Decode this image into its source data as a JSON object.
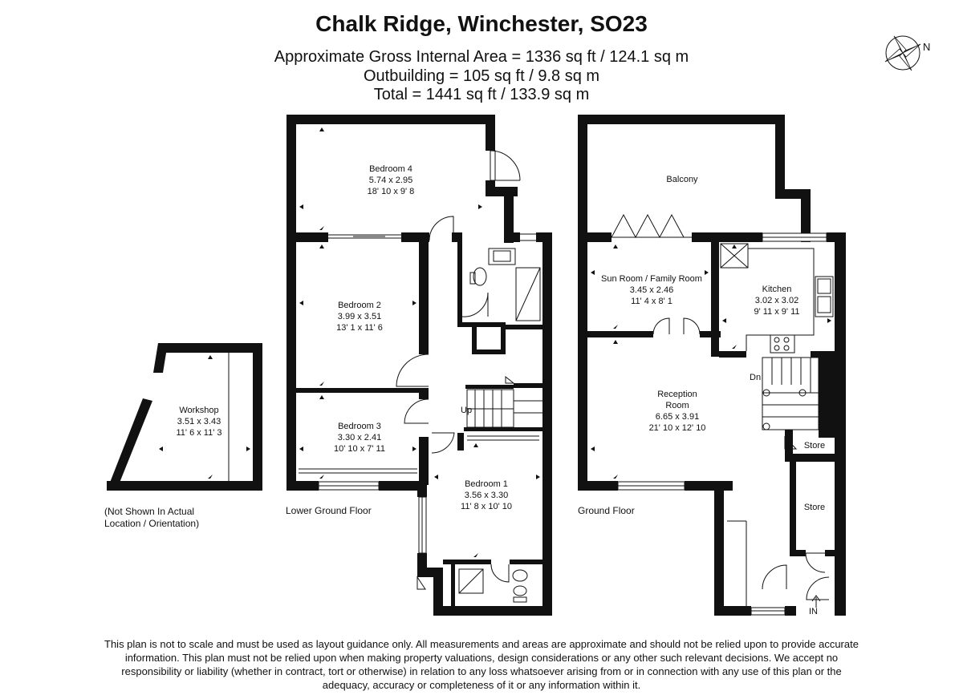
{
  "title": "Chalk Ridge, Winchester, SO23",
  "areas": [
    "Approximate Gross Internal Area = 1336 sq ft / 124.1 sq m",
    "Outbuilding = 105 sq ft / 9.8 sq m",
    "Total = 1441 sq ft / 133.9 sq m"
  ],
  "compass_label": "N",
  "floors": {
    "lower": "Lower Ground Floor",
    "ground": "Ground Floor"
  },
  "outbuilding_note": [
    "(Not Shown In Actual",
    "Location / Orientation)"
  ],
  "rooms": {
    "bedroom4": [
      "Bedroom 4",
      "5.74 x 2.95",
      "18' 10 x 9' 8"
    ],
    "bedroom2": [
      "Bedroom 2",
      "3.99 x 3.51",
      "13' 1 x 11' 6"
    ],
    "bedroom3": [
      "Bedroom 3",
      "3.30 x 2.41",
      "10' 10 x 7' 11"
    ],
    "bedroom1": [
      "Bedroom 1",
      "3.56 x 3.30",
      "11' 8 x 10' 10"
    ],
    "workshop": [
      "Workshop",
      "3.51 x 3.43",
      "11' 6 x 11' 3"
    ],
    "balcony": [
      "Balcony"
    ],
    "sunroom": [
      "Sun Room / Family Room",
      "3.45 x 2.46",
      "11' 4 x 8' 1"
    ],
    "kitchen": [
      "Kitchen",
      "3.02 x 3.02",
      "9' 11 x 9' 11"
    ],
    "reception": [
      "Reception",
      "Room",
      "6.65 x 3.91",
      "21' 10 x 12' 10"
    ],
    "store1": [
      "Store"
    ],
    "store2": [
      "Store"
    ]
  },
  "stair_labels": {
    "up": "Up",
    "down": "Dn",
    "entrance": "IN"
  },
  "disclaimer": "This plan is not to scale and must be used as layout guidance only. All measurements and areas are approximate and should not be relied upon to provide accurate information. This plan must not be relied upon when making property valuations, design considerations or any other such relevant decisions. We accept no responsibility or liability (whether in contract, tort or otherwise) in relation to any loss whatsoever arising from or in connection with any use of this plan or the adequacy, accuracy or completeness of it or any information within it."
}
